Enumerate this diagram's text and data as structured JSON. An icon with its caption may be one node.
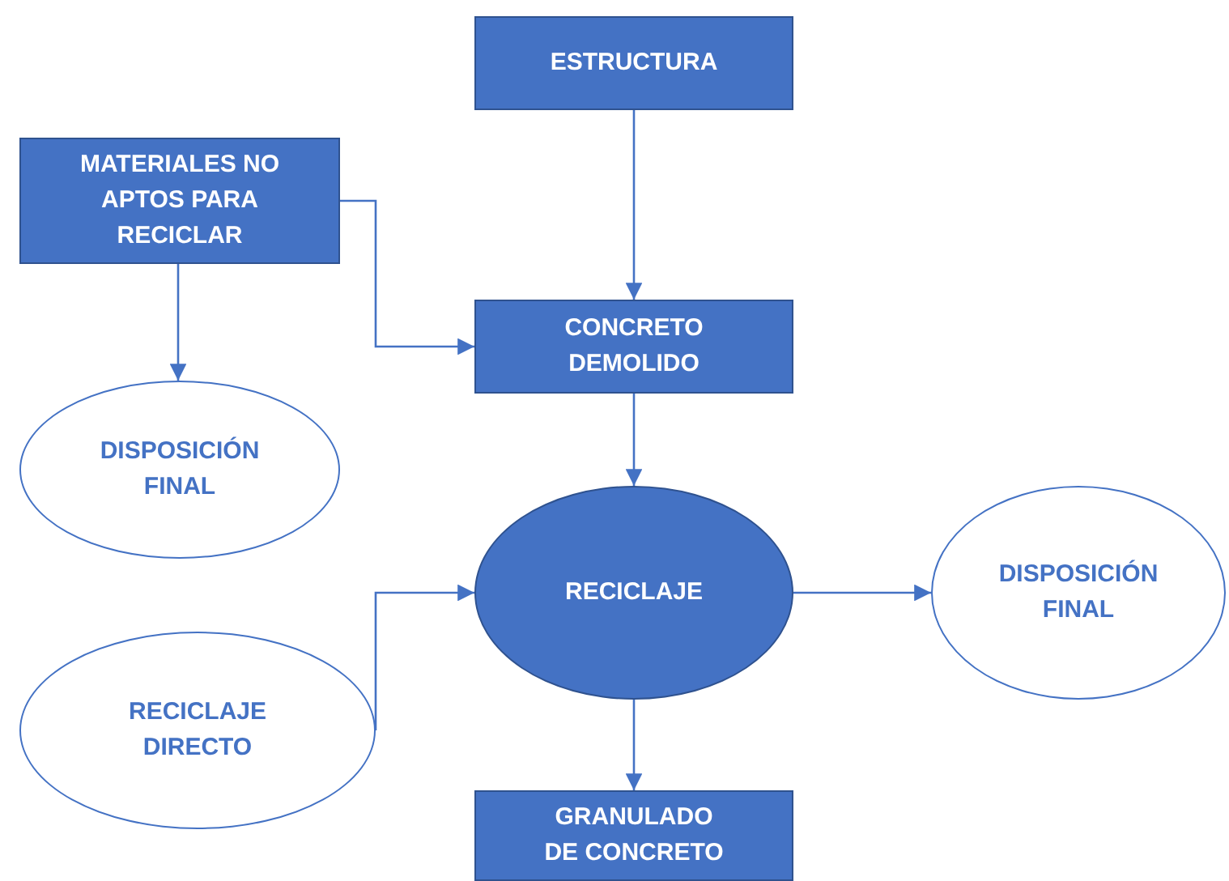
{
  "diagram": {
    "nodes": [
      {
        "text": [
          "ESTRUCTURA"
        ]
      },
      {
        "text": [
          "MATERIALES NO APTOS PARA RECICLAR"
        ]
      },
      {
        "text": [
          "CONCRETO DEMOLIDO"
        ]
      },
      {
        "text": [
          "DISPOSICIÓN FINAL"
        ]
      },
      {
        "text": [
          "RECICLAJE"
        ]
      },
      {
        "text": [
          "DISPOSICIÓN FINAL"
        ]
      },
      {
        "text": [
          "RECICLAJE DIRECTO"
        ]
      },
      {
        "text": [
          "GRANULADO DE CONCRETO"
        ]
      }
    ],
    "edges": [
      {
        "from": 0,
        "to": 2,
        "arrow": "to"
      },
      {
        "from": 1,
        "to": 2,
        "arrow": "to"
      },
      {
        "from": 1,
        "to": 3,
        "arrow": "to"
      },
      {
        "from": 2,
        "to": 4,
        "arrow": "to"
      },
      {
        "from": 4,
        "to": 5,
        "arrow": "to"
      },
      {
        "from": 6,
        "to": 4,
        "arrow": "to"
      },
      {
        "from": 4,
        "to": 7,
        "arrow": "to"
      }
    ]
  }
}
